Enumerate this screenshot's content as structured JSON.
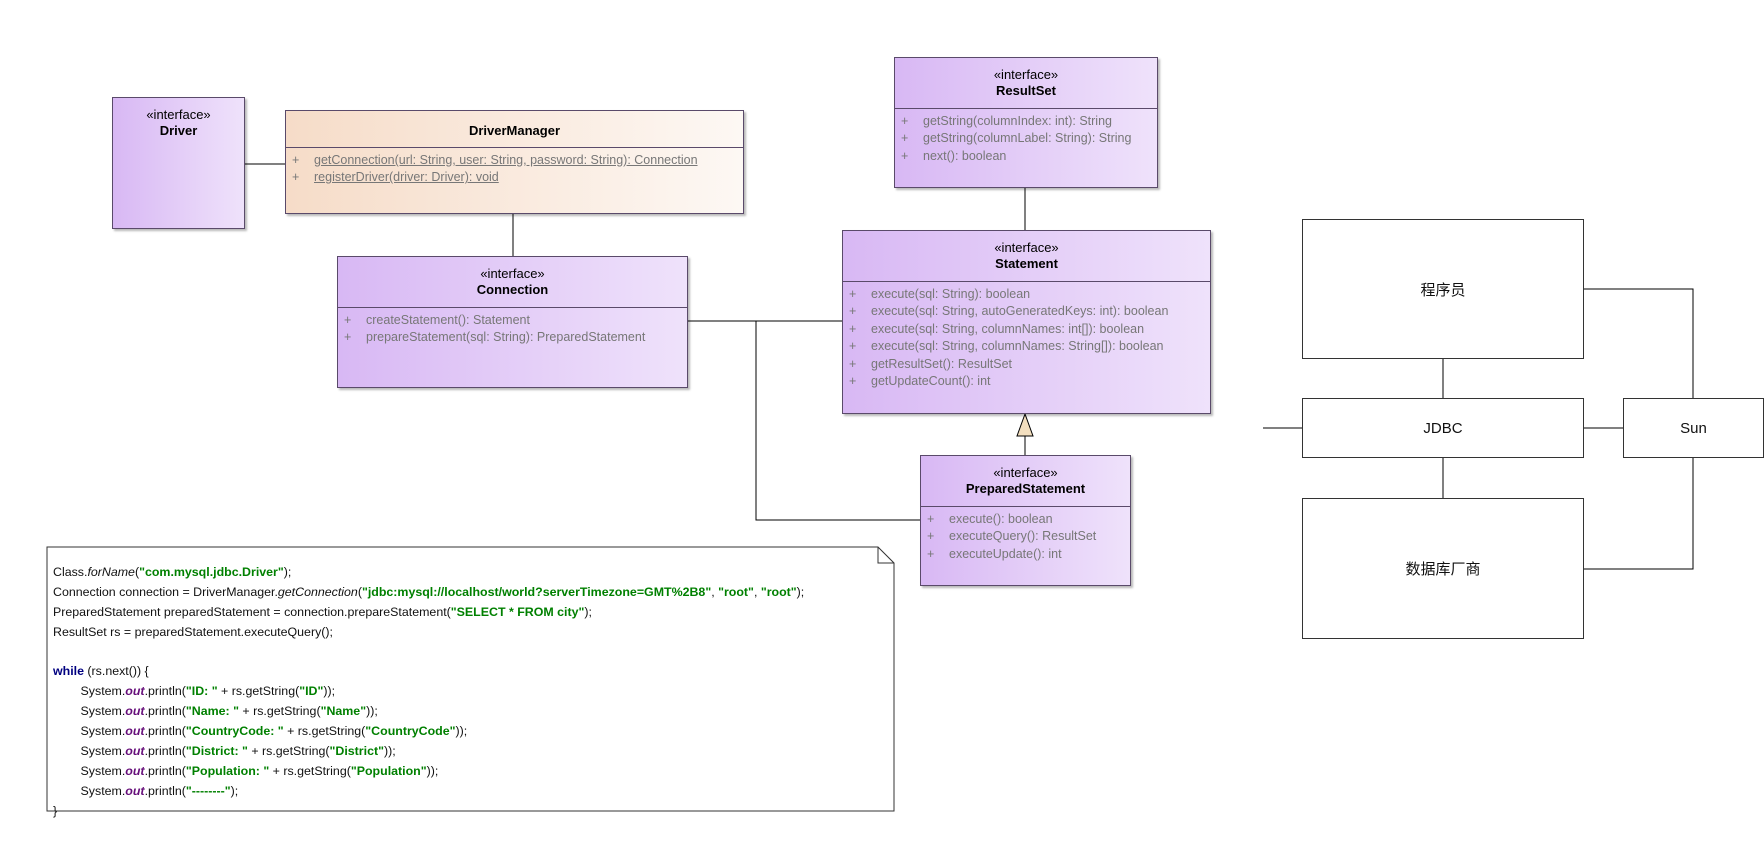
{
  "uml": {
    "driver": {
      "stereotype": "«interface»",
      "name": "Driver"
    },
    "driver_manager": {
      "name": "DriverManager",
      "operations": [
        {
          "vis": "+",
          "sig": "getConnection(url: String, user: String, password: String): Connection"
        },
        {
          "vis": "+",
          "sig": "registerDriver(driver: Driver): void"
        }
      ]
    },
    "connection": {
      "stereotype": "«interface»",
      "name": "Connection",
      "operations": [
        {
          "vis": "+",
          "sig": "createStatement(): Statement"
        },
        {
          "vis": "+",
          "sig": "prepareStatement(sql: String): PreparedStatement"
        }
      ]
    },
    "result_set": {
      "stereotype": "«interface»",
      "name": "ResultSet",
      "operations": [
        {
          "vis": "+",
          "sig": "getString(columnIndex: int): String"
        },
        {
          "vis": "+",
          "sig": "getString(columnLabel: String): String"
        },
        {
          "vis": "+",
          "sig": "next(): boolean"
        }
      ]
    },
    "statement": {
      "stereotype": "«interface»",
      "name": "Statement",
      "operations": [
        {
          "vis": "+",
          "sig": "execute(sql: String): boolean"
        },
        {
          "vis": "+",
          "sig": "execute(sql: String, autoGeneratedKeys: int): boolean"
        },
        {
          "vis": "+",
          "sig": "execute(sql: String, columnNames: int[]): boolean"
        },
        {
          "vis": "+",
          "sig": "execute(sql: String, columnNames: String[]): boolean"
        },
        {
          "vis": "+",
          "sig": "getResultSet(): ResultSet"
        },
        {
          "vis": "+",
          "sig": "getUpdateCount(): int"
        }
      ]
    },
    "prepared_statement": {
      "stereotype": "«interface»",
      "name": "PreparedStatement",
      "operations": [
        {
          "vis": "+",
          "sig": "execute(): boolean"
        },
        {
          "vis": "+",
          "sig": "executeQuery(): ResultSet"
        },
        {
          "vis": "+",
          "sig": "executeUpdate(): int"
        }
      ]
    }
  },
  "boxes": {
    "programmer": "程序员",
    "jdbc": "JDBC",
    "sun": "Sun",
    "vendor": "数据库厂商"
  },
  "note": {
    "lines": [
      [
        {
          "t": "Class."
        },
        {
          "t": "forName",
          "c": "em"
        },
        {
          "t": "("
        },
        {
          "t": "\"com.mysql.jdbc.Driver\"",
          "c": "str"
        },
        {
          "t": ");"
        }
      ],
      [
        {
          "t": "Connection connection = DriverManager."
        },
        {
          "t": "getConnection",
          "c": "em"
        },
        {
          "t": "("
        },
        {
          "t": "\"jdbc:mysql://localhost/world?serverTimezone=GMT%2B8\"",
          "c": "str"
        },
        {
          "t": ", "
        },
        {
          "t": "\"root\"",
          "c": "str"
        },
        {
          "t": ", "
        },
        {
          "t": "\"root\"",
          "c": "str"
        },
        {
          "t": ");"
        }
      ],
      [
        {
          "t": "PreparedStatement preparedStatement = connection.prepareStatement("
        },
        {
          "t": "\"SELECT * FROM city\"",
          "c": "str"
        },
        {
          "t": ");"
        }
      ],
      [
        {
          "t": "ResultSet rs = preparedStatement.executeQuery();"
        }
      ],
      [],
      [
        {
          "t": "while",
          "c": "kw"
        },
        {
          "t": " (rs.next()) {"
        }
      ],
      [
        {
          "t": "        System."
        },
        {
          "t": "out",
          "c": "fld"
        },
        {
          "t": ".println("
        },
        {
          "t": "\"ID: \"",
          "c": "str"
        },
        {
          "t": " + rs.getString("
        },
        {
          "t": "\"ID\"",
          "c": "str"
        },
        {
          "t": "));"
        }
      ],
      [
        {
          "t": "        System."
        },
        {
          "t": "out",
          "c": "fld"
        },
        {
          "t": ".println("
        },
        {
          "t": "\"Name: \"",
          "c": "str"
        },
        {
          "t": " + rs.getString("
        },
        {
          "t": "\"Name\"",
          "c": "str"
        },
        {
          "t": "));"
        }
      ],
      [
        {
          "t": "        System."
        },
        {
          "t": "out",
          "c": "fld"
        },
        {
          "t": ".println("
        },
        {
          "t": "\"CountryCode: \"",
          "c": "str"
        },
        {
          "t": " + rs.getString("
        },
        {
          "t": "\"CountryCode\"",
          "c": "str"
        },
        {
          "t": "));"
        }
      ],
      [
        {
          "t": "        System."
        },
        {
          "t": "out",
          "c": "fld"
        },
        {
          "t": ".println("
        },
        {
          "t": "\"District: \"",
          "c": "str"
        },
        {
          "t": " + rs.getString("
        },
        {
          "t": "\"District\"",
          "c": "str"
        },
        {
          "t": "));"
        }
      ],
      [
        {
          "t": "        System."
        },
        {
          "t": "out",
          "c": "fld"
        },
        {
          "t": ".println("
        },
        {
          "t": "\"Population: \"",
          "c": "str"
        },
        {
          "t": " + rs.getString("
        },
        {
          "t": "\"Population\"",
          "c": "str"
        },
        {
          "t": "));"
        }
      ],
      [
        {
          "t": "        System."
        },
        {
          "t": "out",
          "c": "fld"
        },
        {
          "t": ".println("
        },
        {
          "t": "\"--------\"",
          "c": "str"
        },
        {
          "t": ");"
        }
      ],
      [
        {
          "t": "}"
        }
      ]
    ]
  },
  "colors": {
    "interface_fill_start": "#d8b8f4",
    "interface_fill_end": "#efe2fb",
    "class_fill_start": "#f6dcc8",
    "class_fill_end": "#fdf8f4",
    "operation_text": "#777777",
    "string_literal": "#008000",
    "keyword": "#000080",
    "static_field": "#660e7a",
    "generalization_arrow": "#f3dfbf"
  }
}
